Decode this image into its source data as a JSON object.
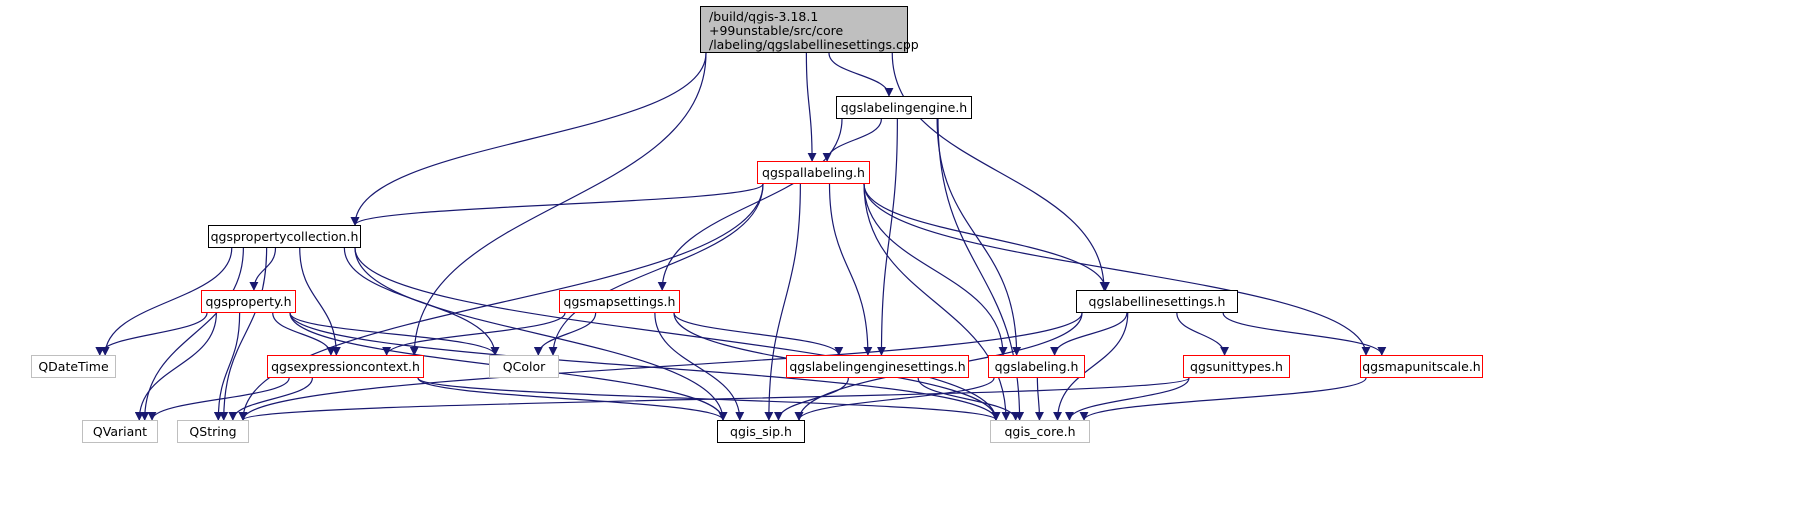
{
  "colors": {
    "edge": "#191970",
    "root_fill": "#bfbfbf",
    "documented_border": "#000000",
    "truncated_border": "#ff0000",
    "external_border": "#bfbfbf"
  },
  "graph": {
    "root": {
      "id": "root",
      "lines": [
        "/build/qgis-3.18.1",
        "+99unstable/src/core",
        "/labeling/qgslabellinesettings.cpp"
      ]
    },
    "nodes": [
      {
        "id": "labelingengine",
        "label": "qgslabelingengine.h",
        "style": "documented"
      },
      {
        "id": "pallabeling",
        "label": "qgspallabeling.h",
        "style": "truncated"
      },
      {
        "id": "propcollection",
        "label": "qgspropertycollection.h",
        "style": "documented"
      },
      {
        "id": "property",
        "label": "qgsproperty.h",
        "style": "truncated"
      },
      {
        "id": "mapsettings",
        "label": "qgsmapsettings.h",
        "style": "truncated"
      },
      {
        "id": "labellinesettings",
        "label": "qgslabellinesettings.h",
        "style": "documented"
      },
      {
        "id": "qdatetime",
        "label": "QDateTime",
        "style": "external"
      },
      {
        "id": "exprcontext",
        "label": "qgsexpressioncontext.h",
        "style": "truncated"
      },
      {
        "id": "qcolor",
        "label": "QColor",
        "style": "external"
      },
      {
        "id": "engsettings",
        "label": "qgslabelingenginesettings.h",
        "style": "truncated"
      },
      {
        "id": "labeling",
        "label": "qgslabeling.h",
        "style": "truncated"
      },
      {
        "id": "unittypes",
        "label": "qgsunittypes.h",
        "style": "truncated"
      },
      {
        "id": "mapunitscale",
        "label": "qgsmapunitscale.h",
        "style": "truncated"
      },
      {
        "id": "qvariant",
        "label": "QVariant",
        "style": "external"
      },
      {
        "id": "qstring",
        "label": "QString",
        "style": "external"
      },
      {
        "id": "qgissip",
        "label": "qgis_sip.h",
        "style": "documented"
      },
      {
        "id": "qgiscore",
        "label": "qgis_core.h",
        "style": "external"
      }
    ],
    "edges": [
      [
        "root",
        "labelingengine"
      ],
      [
        "root",
        "pallabeling"
      ],
      [
        "root",
        "propcollection"
      ],
      [
        "root",
        "exprcontext"
      ],
      [
        "root",
        "labellinesettings"
      ],
      [
        "labelingengine",
        "pallabeling"
      ],
      [
        "labelingengine",
        "mapsettings"
      ],
      [
        "labelingengine",
        "engsettings"
      ],
      [
        "labelingengine",
        "labeling"
      ],
      [
        "labelingengine",
        "qgiscore"
      ],
      [
        "pallabeling",
        "propcollection"
      ],
      [
        "pallabeling",
        "qstring"
      ],
      [
        "pallabeling",
        "qcolor"
      ],
      [
        "pallabeling",
        "engsettings"
      ],
      [
        "pallabeling",
        "labeling"
      ],
      [
        "pallabeling",
        "qgissip"
      ],
      [
        "pallabeling",
        "labellinesettings"
      ],
      [
        "pallabeling",
        "mapunitscale"
      ],
      [
        "pallabeling",
        "qgiscore"
      ],
      [
        "propcollection",
        "property"
      ],
      [
        "propcollection",
        "qdatetime"
      ],
      [
        "propcollection",
        "exprcontext"
      ],
      [
        "propcollection",
        "qcolor"
      ],
      [
        "propcollection",
        "qvariant"
      ],
      [
        "propcollection",
        "qstring"
      ],
      [
        "propcollection",
        "qgissip"
      ],
      [
        "propcollection",
        "qgiscore"
      ],
      [
        "property",
        "qdatetime"
      ],
      [
        "property",
        "exprcontext"
      ],
      [
        "property",
        "qcolor"
      ],
      [
        "property",
        "qvariant"
      ],
      [
        "property",
        "qstring"
      ],
      [
        "property",
        "qgissip"
      ],
      [
        "property",
        "qgiscore"
      ],
      [
        "mapsettings",
        "exprcontext"
      ],
      [
        "mapsettings",
        "qcolor"
      ],
      [
        "mapsettings",
        "engsettings"
      ],
      [
        "mapsettings",
        "qgissip"
      ],
      [
        "mapsettings",
        "qgiscore"
      ],
      [
        "exprcontext",
        "qvariant"
      ],
      [
        "exprcontext",
        "qstring"
      ],
      [
        "exprcontext",
        "qgissip"
      ],
      [
        "exprcontext",
        "qgiscore"
      ],
      [
        "engsettings",
        "qgissip"
      ],
      [
        "engsettings",
        "qgiscore"
      ],
      [
        "labellinesettings",
        "labeling"
      ],
      [
        "labellinesettings",
        "unittypes"
      ],
      [
        "labellinesettings",
        "mapunitscale"
      ],
      [
        "labellinesettings",
        "qstring"
      ],
      [
        "labellinesettings",
        "qgissip"
      ],
      [
        "labellinesettings",
        "qgiscore"
      ],
      [
        "labeling",
        "qgissip"
      ],
      [
        "labeling",
        "qgiscore"
      ],
      [
        "unittypes",
        "qstring"
      ],
      [
        "unittypes",
        "qgiscore"
      ],
      [
        "mapunitscale",
        "qgiscore"
      ]
    ]
  }
}
